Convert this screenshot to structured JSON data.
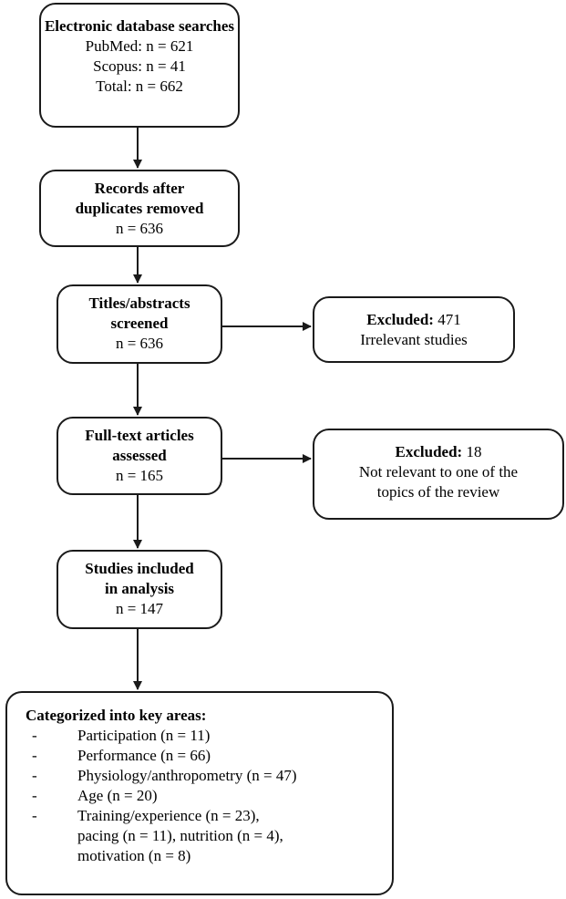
{
  "boxes": {
    "search": {
      "title": "Electronic database searches",
      "lines": [
        "PubMed: n = 621",
        "Scopus: n = 41",
        "Total: n = 662"
      ]
    },
    "dedup": {
      "title_line1": "Records after",
      "title_line2": "duplicates removed",
      "count": "n = 636"
    },
    "screened": {
      "title_line1": "Titles/abstracts",
      "title_line2": "screened",
      "count": "n = 636"
    },
    "fulltext": {
      "title_line1": "Full-text articles",
      "title_line2": "assessed",
      "count": "n = 165"
    },
    "included": {
      "title_line1": "Studies included",
      "title_line2": "in analysis",
      "count": "n = 147"
    },
    "excluded1": {
      "label": "Excluded:",
      "count": "471",
      "reason": "Irrelevant studies"
    },
    "excluded2": {
      "label": "Excluded:",
      "count": "18",
      "reason_line1": "Not relevant to one of the",
      "reason_line2": "topics of the review"
    },
    "categories": {
      "title": "Categorized into key areas:",
      "dash": "-",
      "items": [
        "Participation (n = 11)",
        "Performance (n = 66)",
        "Physiology/anthropometry (n = 47)",
        "Age (n = 20)",
        "Training/experience (n = 23),"
      ],
      "continuation": [
        "pacing (n = 11), nutrition (n = 4),",
        "motivation (n = 8)"
      ]
    }
  }
}
